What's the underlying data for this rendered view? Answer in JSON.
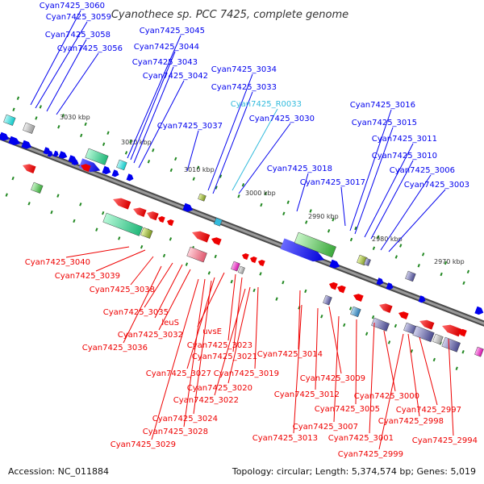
{
  "title": "Cyanothece sp. PCC 7425, complete genome",
  "footer": {
    "accession": "Accession: NC_011884",
    "summary": "Topology: circular; Length: 5,374,574 bp; Genes: 5,019"
  },
  "colors": {
    "forward": "#0000ee",
    "reverse": "#ee0000",
    "rna": "#33bbdd",
    "backbone": "#888888",
    "tick": "#228822"
  },
  "scale_labels": [
    "3030 kbp",
    "3020 kbp",
    "3010 kbp",
    "3000 kbp",
    "2990 kbp",
    "2980 kbp",
    "2970 kbp"
  ],
  "top_labels": [
    "Cyan7425_3060",
    "Cyan7425_3059",
    "Cyan7425_3058",
    "Cyan7425_3056",
    "Cyan7425_3045",
    "Cyan7425_3044",
    "Cyan7425_3043",
    "Cyan7425_3042",
    "Cyan7425_3034",
    "Cyan7425_3033",
    "Cyan7425_R0033",
    "Cyan7425_3037",
    "Cyan7425_3030",
    "Cyan7425_3016",
    "Cyan7425_3015",
    "Cyan7425_3011",
    "Cyan7425_3010",
    "Cyan7425_3018",
    "Cyan7425_3006",
    "Cyan7425_3017",
    "Cyan7425_3003"
  ],
  "bottom_labels": [
    "Cyan7425_3040",
    "Cyan7425_3039",
    "Cyan7425_3038",
    "Cyan7425_3035",
    "leuS",
    "Cyan7425_3032",
    "Cyan7425_3036",
    "uvsE",
    "Cyan7425_3023",
    "Cyan7425_3021",
    "Cyan7425_3027",
    "Cyan7425_3019",
    "Cyan7425_3020",
    "Cyan7425_3022",
    "Cyan7425_3024",
    "Cyan7425_3028",
    "Cyan7425_3029",
    "Cyan7425_3014",
    "Cyan7425_3009",
    "Cyan7425_3012",
    "Cyan7425_3005",
    "Cyan7425_3000",
    "Cyan7425_3007",
    "Cyan7425_2997",
    "Cyan7425_2998",
    "Cyan7425_3013",
    "Cyan7425_3001",
    "Cyan7425_2999",
    "Cyan7425_2994"
  ]
}
